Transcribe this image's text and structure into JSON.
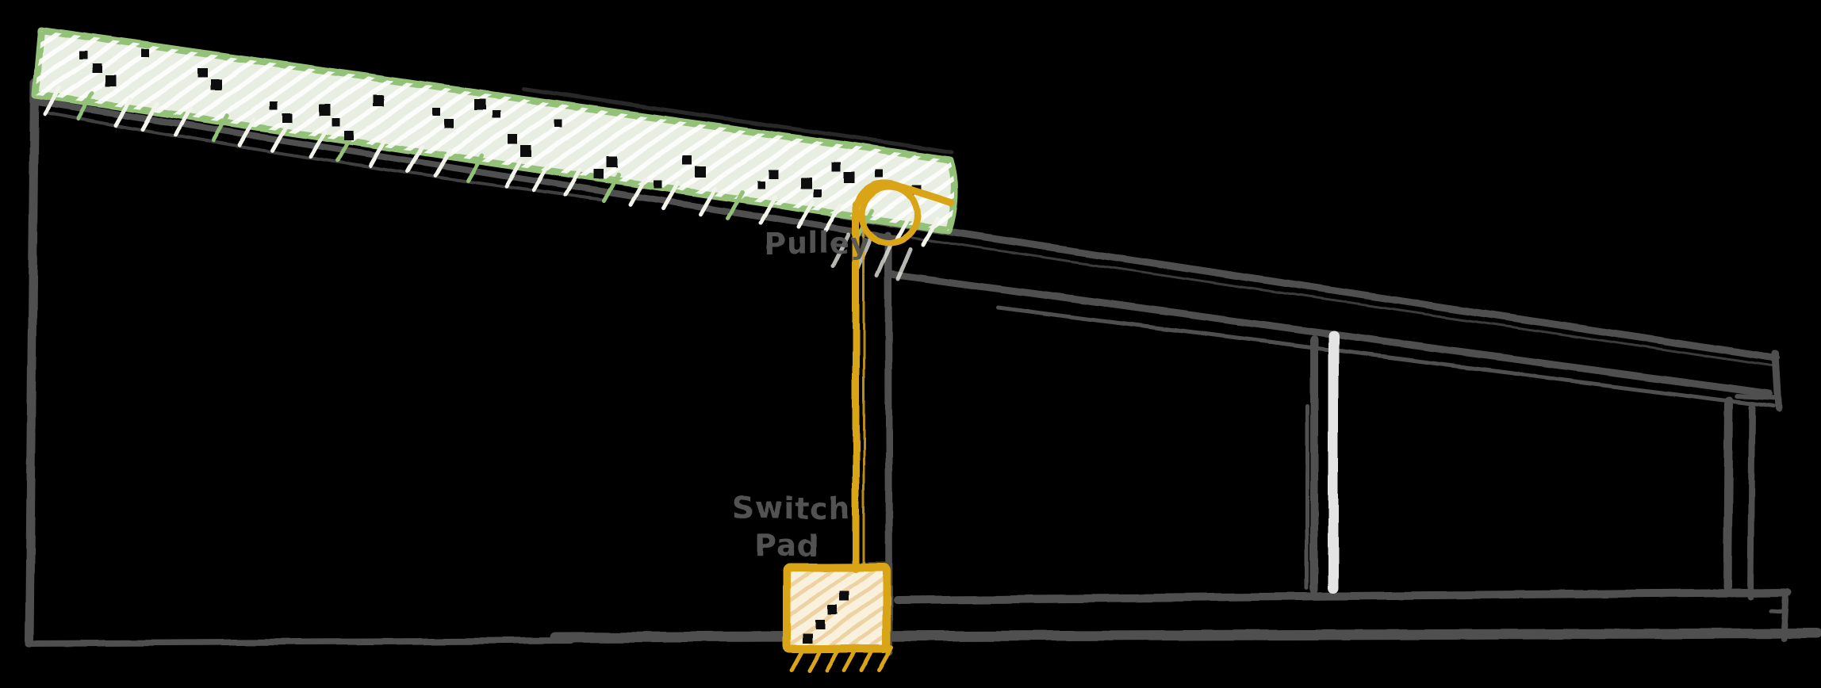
{
  "labels": {
    "pulley": "Pulley",
    "pad_line1": "Switch",
    "pad_line2": "Pad"
  },
  "colors": {
    "background": "#000000",
    "roof_slab_green": "#93c178",
    "roof_slab_fill": "#e9eee2",
    "sketch_gray": "#4f4f4f",
    "sketch_gray_dark": "#3a3a3a",
    "accent_yellow": "#d9a416",
    "pad_fill": "#faf1dc",
    "pad_hatch_tan": "#edd2a3",
    "post_white": "#e4e4e4",
    "label_gray": "#575757",
    "speckle_black": "#070707",
    "tick_cream": "#f2f4ec"
  }
}
